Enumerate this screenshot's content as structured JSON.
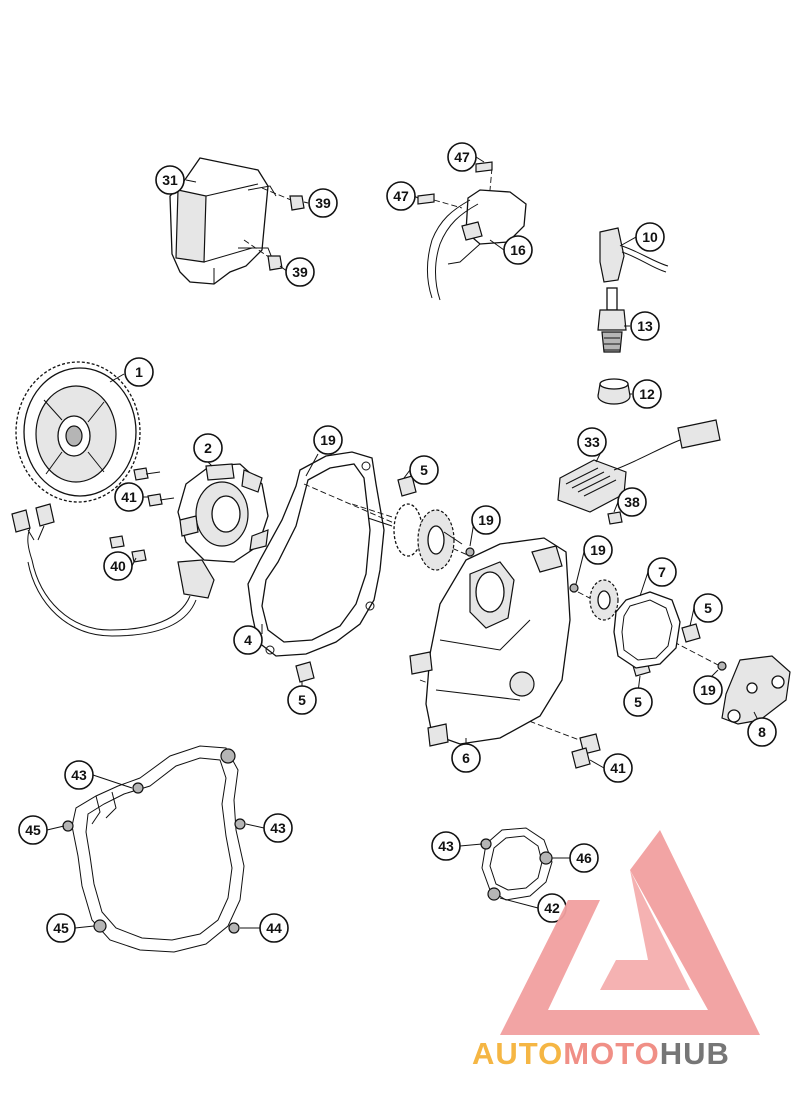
{
  "callouts": [
    {
      "label": "31"
    },
    {
      "label": "39"
    },
    {
      "label": "39"
    },
    {
      "label": "47"
    },
    {
      "label": "47"
    },
    {
      "label": "16"
    },
    {
      "label": "10"
    },
    {
      "label": "13"
    },
    {
      "label": "12"
    },
    {
      "label": "1"
    },
    {
      "label": "2"
    },
    {
      "label": "41"
    },
    {
      "label": "40"
    },
    {
      "label": "19"
    },
    {
      "label": "5"
    },
    {
      "label": "33"
    },
    {
      "label": "38"
    },
    {
      "label": "19"
    },
    {
      "label": "19"
    },
    {
      "label": "7"
    },
    {
      "label": "5"
    },
    {
      "label": "4"
    },
    {
      "label": "5"
    },
    {
      "label": "5"
    },
    {
      "label": "19"
    },
    {
      "label": "8"
    },
    {
      "label": "6"
    },
    {
      "label": "41"
    },
    {
      "label": "43"
    },
    {
      "label": "45"
    },
    {
      "label": "43"
    },
    {
      "label": "45"
    },
    {
      "label": "44"
    },
    {
      "label": "43"
    },
    {
      "label": "46"
    },
    {
      "label": "42"
    }
  ],
  "watermark": {
    "part1": "AUTO",
    "part2": "MOTO",
    "part3": "HUB",
    "color_auto": "#f5b33a",
    "color_moto": "#f08a80",
    "color_hub": "#6f6f6f",
    "color_triangle": "#f2a0a0"
  }
}
